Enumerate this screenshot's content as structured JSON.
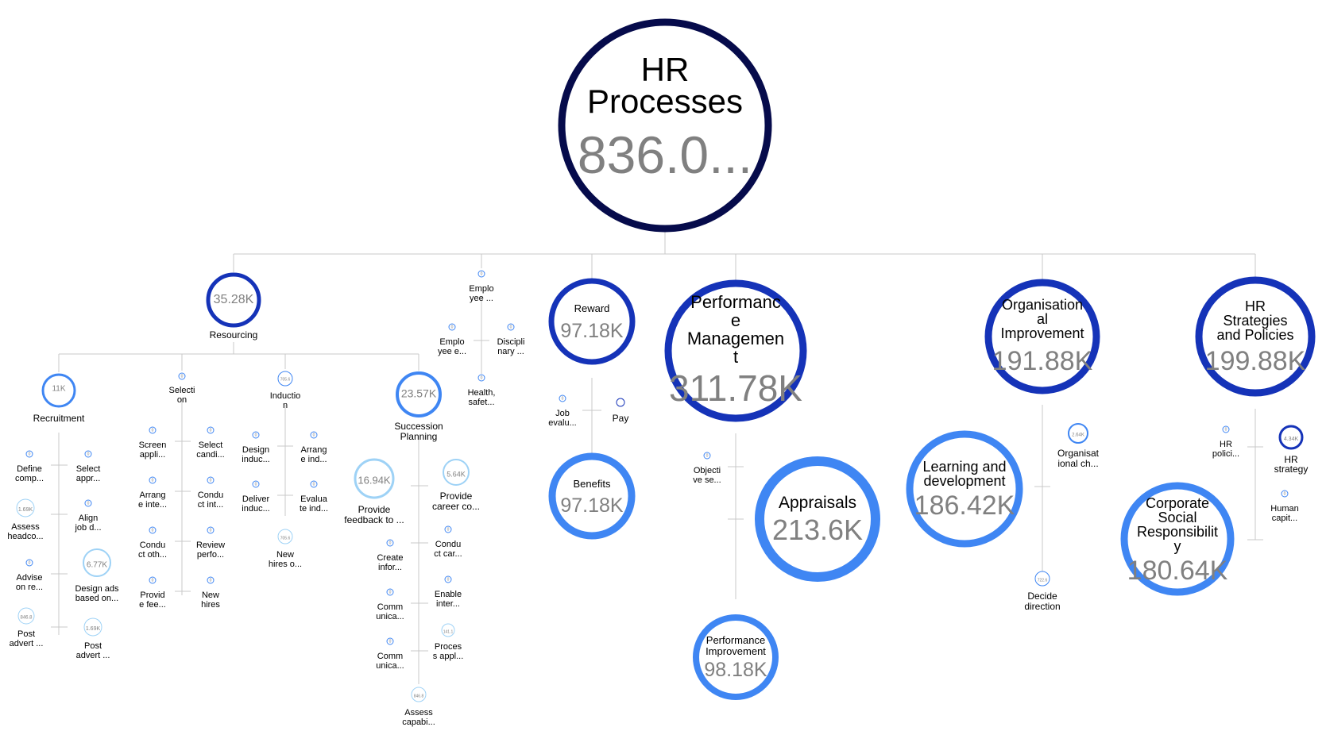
{
  "title": "HR Processes",
  "colors": {
    "level0": "#060b4b",
    "level1": "#1533b8",
    "level2": "#3f86f3",
    "level3": "#9ed2f6",
    "link": "#c8c8c8",
    "label": "#000000",
    "value": "#808080"
  },
  "nodes": [
    {
      "id": "root",
      "label": [
        "HR",
        "Processes"
      ],
      "value": "836.0..."
    },
    {
      "id": "resourcing",
      "label": [
        "Resourcing"
      ],
      "value": "35.28K"
    },
    {
      "id": "recruitment",
      "label": [
        "Recruitment"
      ],
      "value": "11K"
    },
    {
      "id": "define",
      "label": [
        "Define",
        "comp..."
      ],
      "value": "0"
    },
    {
      "id": "assess-headco",
      "label": [
        "Assess",
        "headco..."
      ],
      "value": "1.69K"
    },
    {
      "id": "advise",
      "label": [
        "Advise",
        "on re..."
      ],
      "value": "0"
    },
    {
      "id": "post-advert-1",
      "label": [
        "Post",
        "advert ..."
      ],
      "value": "846.8"
    },
    {
      "id": "select-appr",
      "label": [
        "Select",
        "appr..."
      ],
      "value": "0"
    },
    {
      "id": "align-job",
      "label": [
        "Align",
        "job d..."
      ],
      "value": "0"
    },
    {
      "id": "design-ads",
      "label": [
        "Design ads",
        "based on..."
      ],
      "value": "6.77K"
    },
    {
      "id": "post-advert-2",
      "label": [
        "Post",
        "advert ..."
      ],
      "value": "1.69K"
    },
    {
      "id": "selection",
      "label": [
        "Selecti",
        "on"
      ],
      "value": "0"
    },
    {
      "id": "screen",
      "label": [
        "Screen",
        "appli..."
      ],
      "value": "0"
    },
    {
      "id": "arrange-inte",
      "label": [
        "Arrang",
        "e inte..."
      ],
      "value": "0"
    },
    {
      "id": "conduct-oth",
      "label": [
        "Condu",
        "ct oth..."
      ],
      "value": "0"
    },
    {
      "id": "provide-fee",
      "label": [
        "Provid",
        "e fee..."
      ],
      "value": "0"
    },
    {
      "id": "select-candi",
      "label": [
        "Select",
        "candi..."
      ],
      "value": "0"
    },
    {
      "id": "conduct-int",
      "label": [
        "Condu",
        "ct int..."
      ],
      "value": "0"
    },
    {
      "id": "review-perfo",
      "label": [
        "Review",
        "perfo..."
      ],
      "value": "0"
    },
    {
      "id": "new-hires",
      "label": [
        "New",
        "hires"
      ],
      "value": "0"
    },
    {
      "id": "induction",
      "label": [
        "Inductio",
        "n"
      ],
      "value": "705.6"
    },
    {
      "id": "design-induc",
      "label": [
        "Design",
        "induc..."
      ],
      "value": "0"
    },
    {
      "id": "deliver-induc",
      "label": [
        "Deliver",
        "induc..."
      ],
      "value": "0"
    },
    {
      "id": "new-hires-o",
      "label": [
        "New",
        "hires o..."
      ],
      "value": "705.6"
    },
    {
      "id": "arrange-ind",
      "label": [
        "Arrang",
        "e ind..."
      ],
      "value": "0"
    },
    {
      "id": "evaluate-ind",
      "label": [
        "Evalua",
        "te ind..."
      ],
      "value": "0"
    },
    {
      "id": "succession",
      "label": [
        "Succession",
        "Planning"
      ],
      "value": "23.57K"
    },
    {
      "id": "provide-feedback",
      "label": [
        "Provide",
        "feedback to ..."
      ],
      "value": "16.94K"
    },
    {
      "id": "create-infor",
      "label": [
        "Create",
        "infor..."
      ],
      "value": "0"
    },
    {
      "id": "commu-1",
      "label": [
        "Comm",
        "unica..."
      ],
      "value": "0"
    },
    {
      "id": "commu-2",
      "label": [
        "Comm",
        "unica..."
      ],
      "value": "0"
    },
    {
      "id": "assess-capabi",
      "label": [
        "Assess",
        "capabi..."
      ],
      "value": "846.8"
    },
    {
      "id": "provide-career",
      "label": [
        "Provide",
        "career co..."
      ],
      "value": "5.64K"
    },
    {
      "id": "conduct-car",
      "label": [
        "Condu",
        "ct car..."
      ],
      "value": "0"
    },
    {
      "id": "enable-inter",
      "label": [
        "Enable",
        "inter..."
      ],
      "value": "0"
    },
    {
      "id": "process-appl",
      "label": [
        "Proces",
        "s appl..."
      ],
      "value": "141.1"
    },
    {
      "id": "employee-rel",
      "label": [
        "Emplo",
        "yee ..."
      ],
      "value": "0"
    },
    {
      "id": "employee-e",
      "label": [
        "Emplo",
        "yee e..."
      ],
      "value": "0"
    },
    {
      "id": "health-safet",
      "label": [
        "Health,",
        "safet..."
      ],
      "value": "0"
    },
    {
      "id": "disciplinary",
      "label": [
        "Discipli",
        "nary ..."
      ],
      "value": "0"
    },
    {
      "id": "reward",
      "label": [
        "Reward"
      ],
      "value": "97.18K"
    },
    {
      "id": "job-evalu",
      "label": [
        "Job",
        "evalu..."
      ],
      "value": "0"
    },
    {
      "id": "pay",
      "label": [
        "Pay"
      ],
      "value": ""
    },
    {
      "id": "benefits",
      "label": [
        "Benefits"
      ],
      "value": "97.18K"
    },
    {
      "id": "performance",
      "label": [
        "Performanc",
        "e",
        "Managemen",
        "t"
      ],
      "value": "311.78K"
    },
    {
      "id": "objective",
      "label": [
        "Objecti",
        "ve se..."
      ],
      "value": "0"
    },
    {
      "id": "appraisals",
      "label": [
        "Appraisals"
      ],
      "value": "213.6K"
    },
    {
      "id": "perf-improvement",
      "label": [
        "Performance",
        "Improvement"
      ],
      "value": "98.18K"
    },
    {
      "id": "org-improvement",
      "label": [
        "Organisation",
        "al",
        "Improvement"
      ],
      "value": "191.88K"
    },
    {
      "id": "learning",
      "label": [
        "Learning and",
        "development"
      ],
      "value": "186.42K"
    },
    {
      "id": "org-change",
      "label": [
        "Organisat",
        "ional ch..."
      ],
      "value": "2.64K"
    },
    {
      "id": "decide-direction",
      "label": [
        "Decide",
        "direction"
      ],
      "value": "722.6"
    },
    {
      "id": "hr-strategies",
      "label": [
        "HR",
        "Strategies",
        "and Policies"
      ],
      "value": "199.88K"
    },
    {
      "id": "hr-policies",
      "label": [
        "HR",
        "polici..."
      ],
      "value": "0"
    },
    {
      "id": "hr-strategy",
      "label": [
        "HR",
        "strategy"
      ],
      "value": "4.34K"
    },
    {
      "id": "csr",
      "label": [
        "Corporate",
        "Social",
        "Responsibilit",
        "y"
      ],
      "value": "180.64K"
    },
    {
      "id": "human-capit",
      "label": [
        "Human",
        "capit..."
      ],
      "value": "0"
    }
  ]
}
